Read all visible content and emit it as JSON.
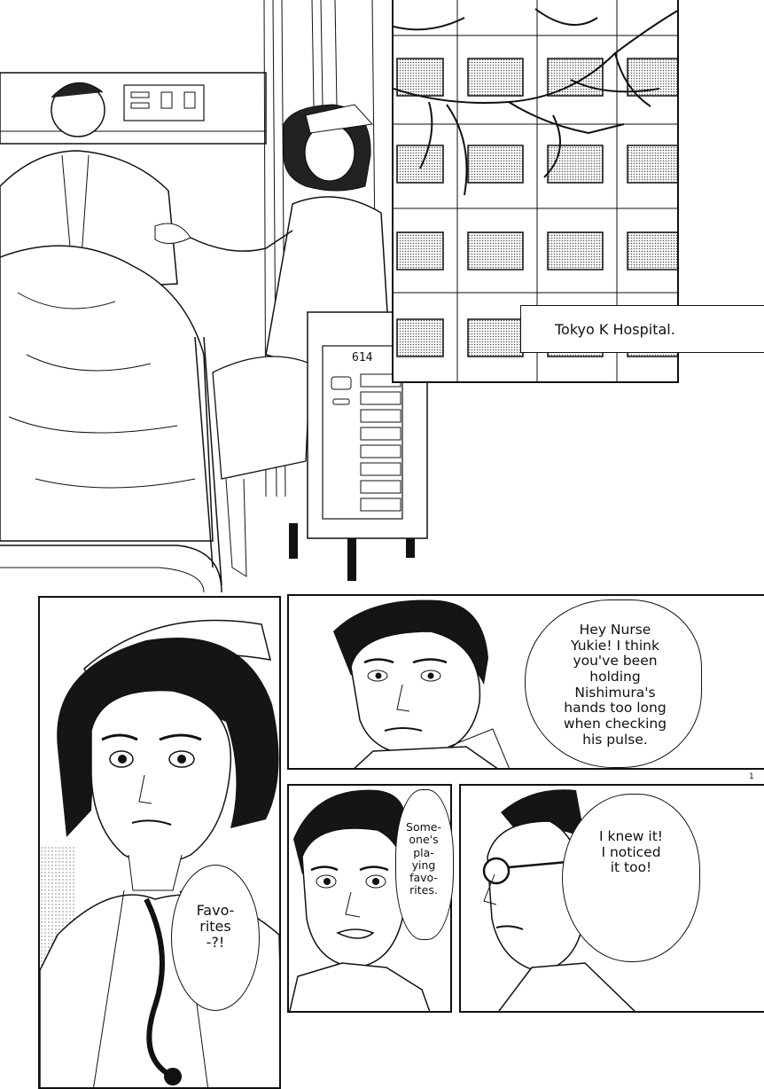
{
  "page": {
    "page_number": "1"
  },
  "top_panel": {
    "caption": "Tokyo K Hospital.",
    "room_number": "614"
  },
  "dialogue": {
    "resident_speech": "Hey Nurse\nYukie! I think\nyou've been\nholding\nNishimura's\nhands too long\nwhen checking\nhis pulse.",
    "young_man_speech": "Some-\none's\npla-\nying\nfavo-\nrites.",
    "glasses_man_speech": "I knew it!\nI noticed\nit too!",
    "nurse_speech": "Favo-\nrites\n-?!"
  },
  "colors": {
    "ink": "#111111",
    "paper": "#ffffff",
    "screentone": "#bdbdbd"
  }
}
